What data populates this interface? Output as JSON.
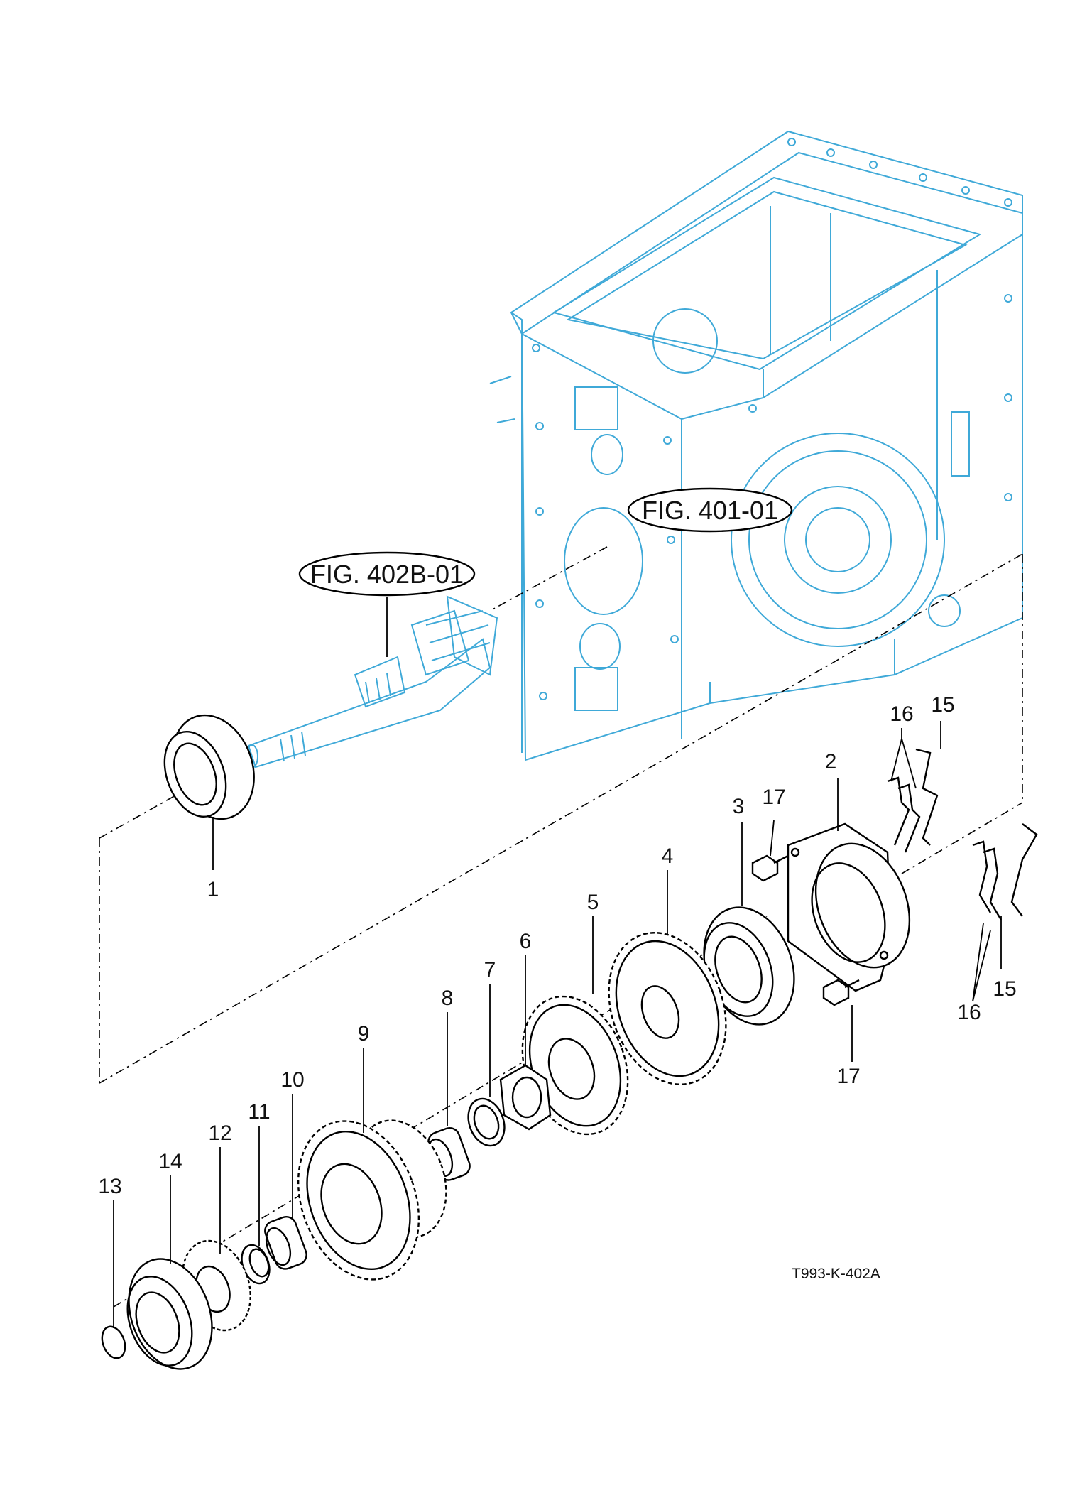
{
  "figure_refs": {
    "housing": "FIG. 401-01",
    "shaft": "FIG. 402B-01"
  },
  "drawing_code": "T993-K-402A",
  "part_labels": {
    "p1": "1",
    "p2": "2",
    "p3": "3",
    "p4": "4",
    "p5": "5",
    "p6": "6",
    "p7": "7",
    "p8": "8",
    "p9": "9",
    "p10": "10",
    "p11": "11",
    "p12": "12",
    "p13": "13",
    "p14": "14",
    "p15a": "15",
    "p15b": "15",
    "p16a": "16",
    "p16b": "16",
    "p17a": "17",
    "p17b": "17"
  },
  "colors": {
    "reference_outline": "#3fa9d8",
    "part_outline": "#000000"
  }
}
